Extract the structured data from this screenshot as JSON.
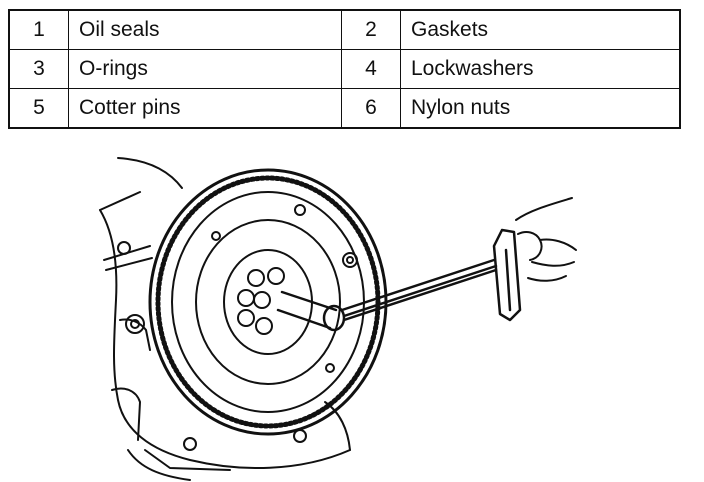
{
  "parts_table": {
    "rows": [
      [
        {
          "num": "1",
          "label": "Oil seals"
        },
        {
          "num": "2",
          "label": "Gaskets"
        }
      ],
      [
        {
          "num": "3",
          "label": "O-rings"
        },
        {
          "num": "4",
          "label": "Lockwashers"
        }
      ],
      [
        {
          "num": "5",
          "label": "Cotter pins"
        },
        {
          "num": "6",
          "label": "Nylon nuts"
        }
      ]
    ]
  }
}
